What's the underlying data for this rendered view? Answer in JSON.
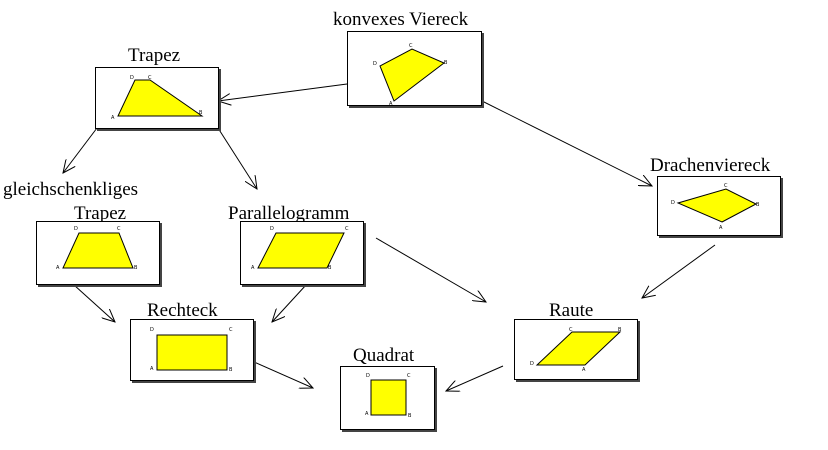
{
  "colors": {
    "fill": "#ffff00",
    "stroke": "#000000",
    "arrow": "#000000"
  },
  "nodes": {
    "konvex": {
      "title": "konvexes Viereck",
      "vertices": [
        "A",
        "B",
        "C",
        "D"
      ]
    },
    "trapez": {
      "title": "Trapez",
      "vertices": [
        "A",
        "B",
        "C",
        "D"
      ]
    },
    "drachen": {
      "title": "Drachenviereck",
      "vertices": [
        "A",
        "B",
        "C",
        "D"
      ]
    },
    "gleich": {
      "title_line1": "gleichschenkliges",
      "title_line2": "Trapez",
      "vertices": [
        "A",
        "B",
        "C",
        "D"
      ]
    },
    "parallel": {
      "title": "Parallelogramm",
      "vertices": [
        "A",
        "B",
        "C",
        "D"
      ]
    },
    "rechteck": {
      "title": "Rechteck",
      "vertices": [
        "A",
        "B",
        "C",
        "D"
      ]
    },
    "raute": {
      "title": "Raute",
      "vertices": [
        "A",
        "B",
        "C",
        "D"
      ]
    },
    "quadrat": {
      "title": "Quadrat",
      "vertices": [
        "A",
        "B",
        "C",
        "D"
      ]
    }
  },
  "edges": [
    [
      "konvex",
      "trapez"
    ],
    [
      "konvex",
      "drachen"
    ],
    [
      "trapez",
      "gleich"
    ],
    [
      "trapez",
      "parallel"
    ],
    [
      "gleich",
      "rechteck"
    ],
    [
      "parallel",
      "rechteck"
    ],
    [
      "parallel",
      "raute"
    ],
    [
      "drachen",
      "raute"
    ],
    [
      "rechteck",
      "quadrat"
    ],
    [
      "raute",
      "quadrat"
    ]
  ]
}
